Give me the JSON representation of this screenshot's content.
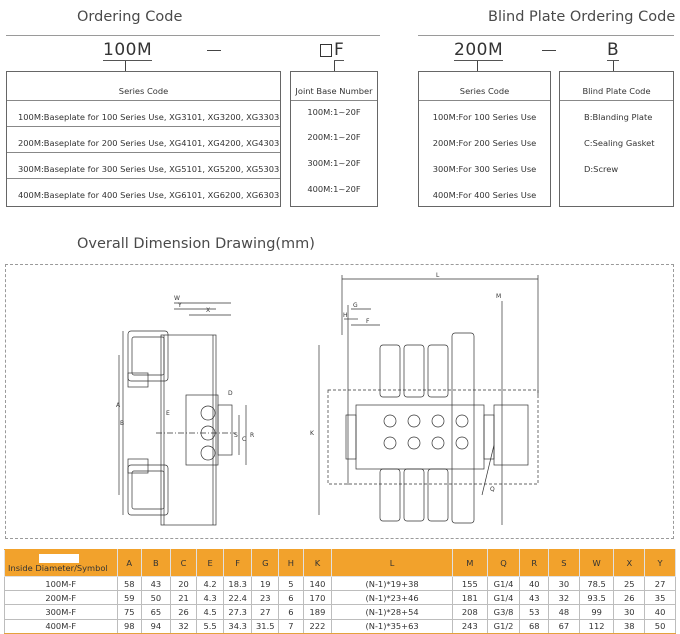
{
  "ordering": {
    "title": "Ordering Code",
    "code_main": "100M",
    "code_suffix": "F",
    "series_box": {
      "header": "Series Code",
      "rows": [
        "100M:Baseplate for 100 Series Use, XG3101, XG3200, XG3303",
        "200M:Baseplate for 200 Series Use, XG4101, XG4200, XG4303",
        "300M:Baseplate for 300 Series Use, XG5101, XG5200, XG5303",
        "400M:Baseplate for 400 Series Use, XG6101, XG6200, XG6303"
      ]
    },
    "joint_box": {
      "header": "Joint Base Number",
      "rows": [
        "100M:1~20F",
        "200M:1~20F",
        "300M:1~20F",
        "400M:1~20F"
      ]
    }
  },
  "blind": {
    "title": "Blind Plate Ordering Code",
    "code_main": "200M",
    "code_suffix": "B",
    "series_box": {
      "header": "Series Code",
      "rows": [
        "100M:For 100 Series Use",
        "200M:For 200 Series Use",
        "300M:For 300 Series Use",
        "400M:For 400 Series Use"
      ]
    },
    "plate_box": {
      "header": "Blind Plate Code",
      "rows": [
        "B:Blanding Plate",
        "C:Sealing Gasket",
        "D:Screw"
      ]
    }
  },
  "drawing": {
    "title": "Overall Dimension Drawing(mm)",
    "left_labels": [
      "W",
      "Y",
      "X",
      "A",
      "B",
      "C",
      "D",
      "R",
      "S",
      "E"
    ],
    "right_labels": [
      "L",
      "M",
      "H",
      "G",
      "F",
      "K",
      "Q"
    ]
  },
  "spec_table": {
    "headers": [
      "Inside Diameter/Symbol",
      "A",
      "B",
      "C",
      "E",
      "F",
      "G",
      "H",
      "K",
      "L",
      "M",
      "Q",
      "R",
      "S",
      "W",
      "X",
      "Y"
    ],
    "rows": [
      [
        "100M-F",
        "58",
        "43",
        "20",
        "4.2",
        "18.3",
        "19",
        "5",
        "140",
        "(N-1)*19+38",
        "155",
        "G1/4",
        "40",
        "30",
        "78.5",
        "25",
        "27"
      ],
      [
        "200M-F",
        "59",
        "50",
        "21",
        "4.3",
        "22.4",
        "23",
        "6",
        "170",
        "(N-1)*23+46",
        "181",
        "G1/4",
        "43",
        "32",
        "93.5",
        "26",
        "35"
      ],
      [
        "300M-F",
        "75",
        "65",
        "26",
        "4.5",
        "27.3",
        "27",
        "6",
        "189",
        "(N-1)*28+54",
        "208",
        "G3/8",
        "53",
        "48",
        "99",
        "30",
        "40"
      ],
      [
        "400M-F",
        "98",
        "94",
        "32",
        "5.5",
        "34.3",
        "31.5",
        "7",
        "222",
        "(N-1)*35+63",
        "243",
        "G1/2",
        "68",
        "67",
        "112",
        "38",
        "50"
      ]
    ]
  }
}
